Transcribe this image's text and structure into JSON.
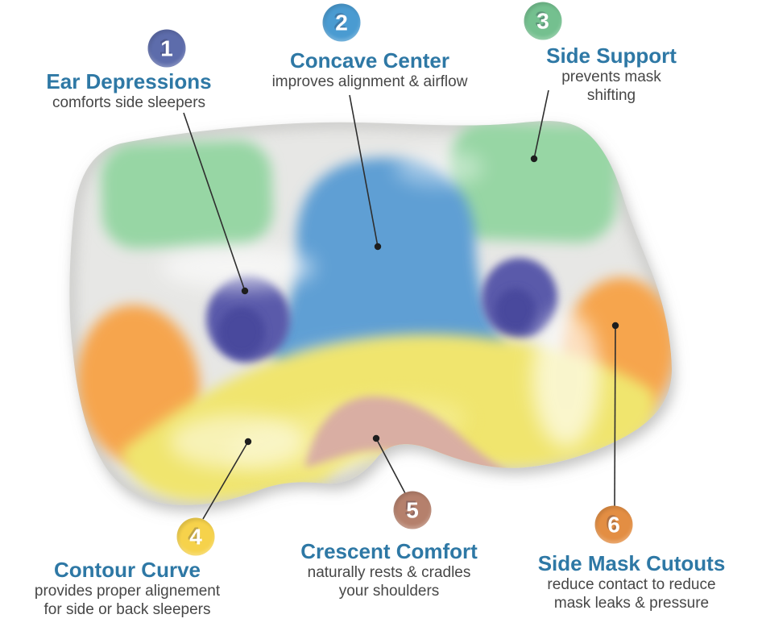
{
  "diagram_title": "CPAP pillow feature callout diagram",
  "features": [
    {
      "number": "1",
      "title": "Ear Depressions",
      "description": "comforts side sleepers",
      "badge_color": "#5d6cab"
    },
    {
      "number": "2",
      "title": "Concave Center",
      "description": "improves alignment & airflow",
      "badge_color": "#4a9bd1"
    },
    {
      "number": "3",
      "title": "Side Support",
      "description": "prevents mask shifting",
      "badge_color": "#74c08f"
    },
    {
      "number": "4",
      "title": "Contour Curve",
      "description": "provides proper alignement\nfor side or back sleepers",
      "badge_color": "#f6d24b"
    },
    {
      "number": "5",
      "title": "Crescent Comfort",
      "description": "naturally rests & cradles\nyour shoulders",
      "badge_color": "#b5806c"
    },
    {
      "number": "6",
      "title": "Side Mask Cutouts",
      "description": "reduce contact to reduce\nmask leaks & pressure",
      "badge_color": "#e38e43"
    }
  ],
  "text_colors": {
    "title": "#2e78a5",
    "description": "#474747"
  },
  "pillow": {
    "base": "#e7e7e5",
    "green": "#97d6a4",
    "blue": "#5e9fd4",
    "blue_light": "#a9cde9",
    "purple": "#5a5aaa",
    "purple_dark": "#44449a",
    "orange": "#f6a54e",
    "yellow": "#f0e56e",
    "yellow_bright": "#f7f0a0",
    "pink": "#d9aea3",
    "connector_line": "#2e2e2e"
  }
}
